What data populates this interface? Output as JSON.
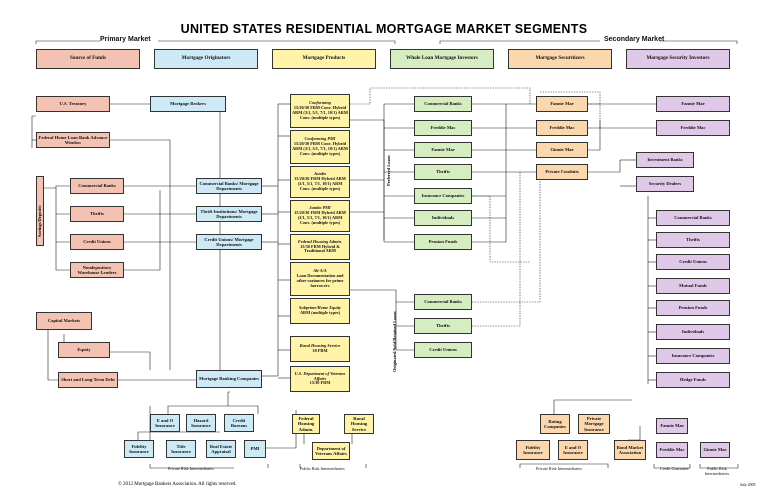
{
  "title": "UNITED STATES RESIDENTIAL MORTGAGE MARKET SEGMENTS",
  "primary_market": "Primary Market",
  "secondary_market": "Secondary Market",
  "headers": [
    "Source of Funds",
    "Mortgage Originators",
    "Mortgage Products",
    "Whole Loan Mortgage Investors",
    "Mortgage Securitizers",
    "Mortgage Security Investors"
  ],
  "sources": {
    "treasury": "U.S. Treasury",
    "fhlb": "Federal Home Loan Bank Advance Window",
    "savings_deposits": "Savings/Deposits",
    "commercial_banks": "Commercial Banks",
    "thrifts": "Thrifts",
    "credit_unions": "Credit Unions",
    "nondepository": "Nondepository Warehouse Lenders",
    "capital_markets": "Capital Markets",
    "equity": "Equity",
    "debt": "Short and Long-Term Debt"
  },
  "originators": {
    "brokers": "Mortgage Brokers",
    "commercial_banks": "Commercial Banks/ Mortgage Departments",
    "thrift": "Thrift Institutions/ Mortgage Departments",
    "credit_unions": "Credit Unions/ Mortgage Departments",
    "mbc": "Mortgage Banking Companies"
  },
  "products": [
    {
      "title": "Conforming",
      "detail": "15/20/30 FRM Conv. Hybrid ARM (3/1, 5/1, 7/1, 10/1) ARM Conv. (multiple types)"
    },
    {
      "title": "Conforming PMI",
      "detail": "15/20/30 FRM Conv. Hybrid ARM (3/1, 5/1, 7/1, 10/1) ARM Conv. (multiple types)"
    },
    {
      "title": "Jumbo",
      "detail": "15/20/30 FRM Hybrid ARM (3/1, 5/1, 7/1, 10/1) ARM Conv. (multiple types)"
    },
    {
      "title": "Jumbo PMI",
      "detail": "15/20/30 FRM Hybrid ARM (3/1, 5/1, 7/1, 10/1) ARM Conv. (multiple types)"
    },
    {
      "title": "Federal Housing Admin.",
      "detail": "15/30 FRM Hybrid & Traditional ARM"
    },
    {
      "title": "Alt-A/A",
      "detail": "Loan Documentation and other variances for prime borrowers"
    },
    {
      "title": "Subprime/Home Equity",
      "detail": "ARM (multiple types)"
    },
    {
      "title": "Rural Housing Service",
      "detail": "30 FRM"
    },
    {
      "title": "U.S. Department of Veterans Affairs",
      "detail": "15/30 FRM"
    }
  ],
  "whole_loan": {
    "preferred_loans": "Preferred Loans",
    "originated_sold": "Originated/Sold/Retained Loans",
    "commercial_banks": "Commercial Banks",
    "freddie_mac": "Freddie Mac",
    "fannie_mae": "Fannie Mae",
    "thrifts": "Thrifts",
    "insurance": "Insurance Companies",
    "individuals": "Individuals",
    "pension": "Pension Funds",
    "commercial_banks_2": "Commercial Banks",
    "thrifts_2": "Thrifts",
    "credit_unions": "Credit Unions"
  },
  "securitizers": {
    "fannie_mae": "Fannie Mae",
    "freddie_mac": "Freddie Mac",
    "ginnie_mae": "Ginnie Mae",
    "private_conduits": "Private Conduits"
  },
  "investors": {
    "fannie_mae": "Fannie Mae",
    "freddie_mac": "Freddie Mac",
    "investment_banks": "Investment Banks",
    "security_dealers": "Security Dealers",
    "commercial_banks": "Commercial Banks",
    "thrifts": "Thrifts",
    "credit_unions": "Credit Unions",
    "mutual_funds": "Mutual Funds",
    "pension_funds": "Pension Funds",
    "individuals": "Individuals",
    "insurance": "Insurance Companies",
    "hedge_funds": "Hedge Funds"
  },
  "intermediaries_left": {
    "e_and_o": "E and O Insurance",
    "hazard": "Hazard Insurance",
    "credit_bureaus": "Credit Bureaus",
    "fidelity": "Fidelity Insurance",
    "title": "Title Insurance",
    "appraisal": "Real Estate Appraisal",
    "pmi": "PMI",
    "private_label": "Private Risk Intermediaries"
  },
  "intermediaries_public": {
    "fha": "Federal Housing Admin.",
    "rhs": "Rural Housing Service",
    "va": "Department of Veterans Affairs",
    "public_label": "Public Risk Intermediaries"
  },
  "intermediaries_right": {
    "rating": "Rating Companies",
    "pmi": "Private Mortgage Insurance",
    "fidelity": "Fidelity Insurance",
    "e_and_o": "E and O Insurance",
    "bond": "Bond Market Association",
    "private_label": "Private Risk Intermediaries",
    "fannie_mae": "Fannie Mae",
    "freddie_mac": "Freddie Mac",
    "ginnie_mae": "Ginnie Mae",
    "credit_guarantee": "Credit Guarantee",
    "public_label": "Public Risk Intermediaries"
  },
  "footer": "© 2012 Mortgage Bankers Association.  All rights reserved.",
  "date": "July 2005",
  "colors": {
    "source": "#f4c2b3",
    "originator": "#cde9f6",
    "product": "#fff3a8",
    "whole_loan": "#d6edc2",
    "securitizer": "#fbd7ad",
    "investor": "#e0c8e8"
  }
}
